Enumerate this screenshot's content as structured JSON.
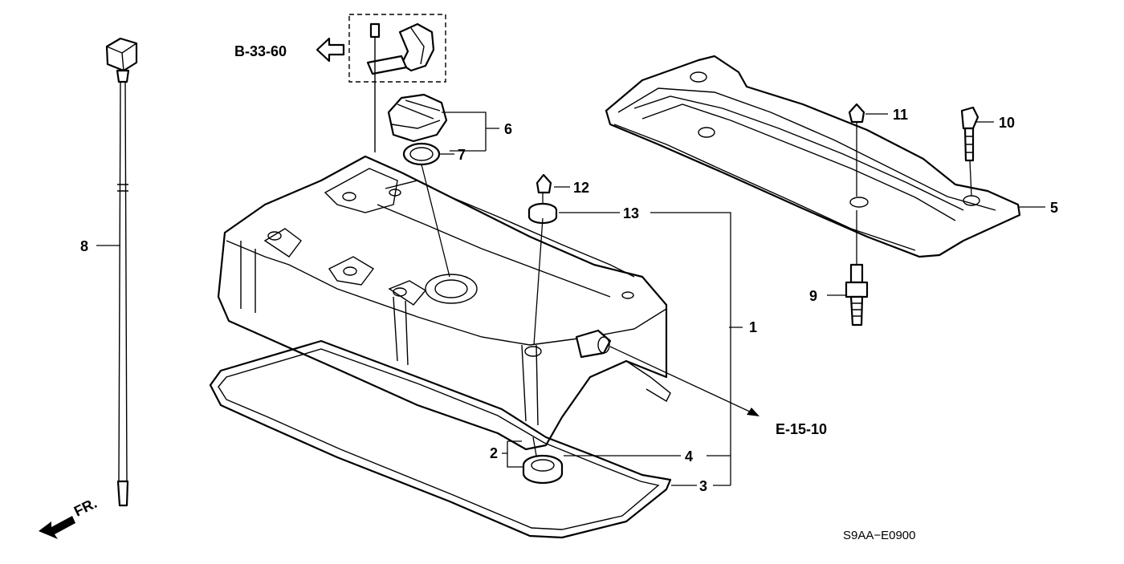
{
  "diagram": {
    "callouts": [
      {
        "id": "c1",
        "label": "1"
      },
      {
        "id": "c2",
        "label": "2"
      },
      {
        "id": "c3",
        "label": "3"
      },
      {
        "id": "c4",
        "label": "4"
      },
      {
        "id": "c5",
        "label": "5"
      },
      {
        "id": "c6",
        "label": "6"
      },
      {
        "id": "c7",
        "label": "7"
      },
      {
        "id": "c8",
        "label": "8"
      },
      {
        "id": "c9",
        "label": "9"
      },
      {
        "id": "c10",
        "label": "10"
      },
      {
        "id": "c11",
        "label": "11"
      },
      {
        "id": "c12",
        "label": "12"
      },
      {
        "id": "c13",
        "label": "13"
      }
    ],
    "references": {
      "top": "B-33-60",
      "right": "E-15-10"
    },
    "front_indicator": "FR.",
    "diagram_code": "S9AA−E0900"
  }
}
